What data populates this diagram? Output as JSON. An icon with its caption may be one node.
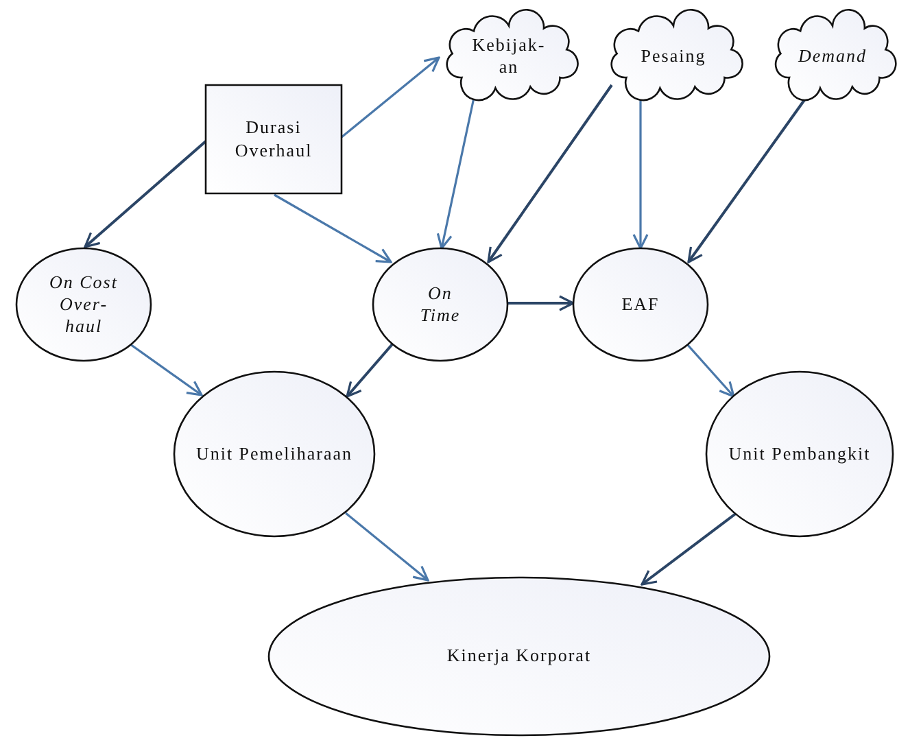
{
  "diagram": {
    "nodes": [
      {
        "text": [
          "Durasi Overhaul"
        ]
      },
      {
        "text": [
          "Kebijak-an"
        ]
      },
      {
        "text": [
          "Pesaing"
        ]
      },
      {
        "text": [
          "Demand"
        ]
      },
      {
        "text": [
          "On Cost Over-haul"
        ]
      },
      {
        "text": [
          "On Time"
        ]
      },
      {
        "text": [
          "EAF"
        ]
      },
      {
        "text": [
          "Unit Pemeliharaan"
        ]
      },
      {
        "text": [
          "Unit Pembangkit"
        ]
      },
      {
        "text": [
          "Kinerja Korporat"
        ]
      }
    ],
    "edges": [
      {
        "from": 0,
        "to": 1,
        "arrow": "to"
      },
      {
        "from": 0,
        "to": 4,
        "arrow": "to",
        "color": "#2b4566"
      },
      {
        "from": 0,
        "to": 5,
        "arrow": "to"
      },
      {
        "from": 1,
        "to": 5,
        "arrow": "to"
      },
      {
        "from": 2,
        "to": 5,
        "arrow": "to",
        "color": "#2b4566"
      },
      {
        "from": 2,
        "to": 6,
        "arrow": "to"
      },
      {
        "from": 3,
        "to": 6,
        "arrow": "to",
        "color": "#2b4566"
      },
      {
        "from": 5,
        "to": 6,
        "arrow": "to",
        "color": "#2b4566"
      },
      {
        "from": 4,
        "to": 7,
        "arrow": "to"
      },
      {
        "from": 5,
        "to": 7,
        "arrow": "to",
        "color": "#2b4566"
      },
      {
        "from": 6,
        "to": 8,
        "arrow": "to"
      },
      {
        "from": 7,
        "to": 9,
        "arrow": "to"
      },
      {
        "from": 8,
        "to": 9,
        "arrow": "to",
        "color": "#2b4566"
      }
    ]
  }
}
